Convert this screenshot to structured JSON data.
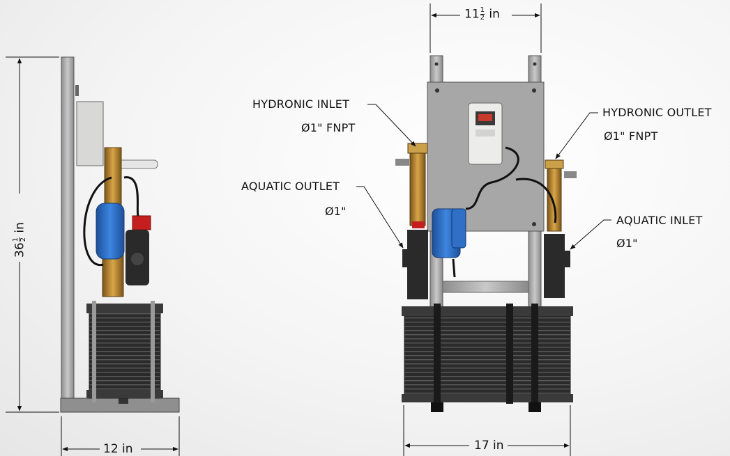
{
  "labels": {
    "hydronic_inlet": "HYDRONIC INLET",
    "hydronic_inlet_size": "Ø1\" FNPT",
    "aquatic_outlet": "AQUATIC OUTLET",
    "aquatic_outlet_size": "Ø1\"",
    "hydronic_outlet": "HYDRONIC OUTLET",
    "hydronic_outlet_size": "Ø1\" FNPT",
    "aquatic_inlet": "AQUATIC INLET",
    "aquatic_inlet_size": "Ø1\""
  },
  "dimensions": {
    "height": {
      "whole": "36",
      "num": "1",
      "den": "2",
      "unit": "in"
    },
    "side_width": "12 in",
    "top_width": {
      "whole": "11",
      "num": "1",
      "den": "2",
      "unit": "in"
    },
    "base_width": "17 in"
  },
  "colors": {
    "frame": "#a9a9a9",
    "brass": "#b8862e",
    "pump_blue": "#2f6fc6",
    "handle_red": "#c41e1e",
    "plates": "#2a2a2a"
  }
}
